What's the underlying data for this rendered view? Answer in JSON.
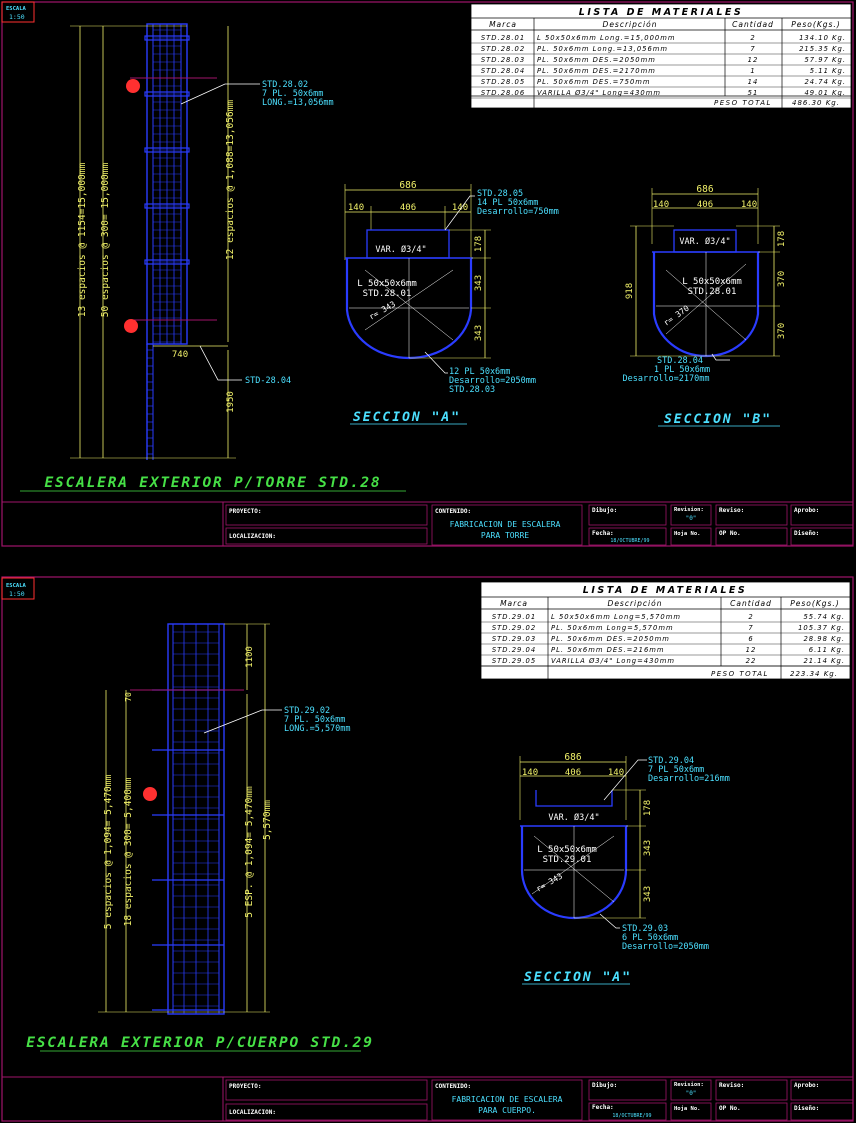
{
  "colors": {
    "background": "#000000",
    "frame": "#a0156a",
    "structure": "#2a3cff",
    "dimension": "#f2f26a",
    "label": "#4ce0ff",
    "title": "#46e046",
    "table_bg": "#ffffff",
    "table_text": "#000000",
    "balloon": "#ff3030"
  },
  "sheets": [
    {
      "scale_label": "ESCALA",
      "scale_value": "1:50",
      "title": "ESCALERA EXTERIOR P/TORRE STD.28",
      "materials": {
        "title": "LISTA DE MATERIALES",
        "headers": [
          "Marca",
          "Descripción",
          "Cantidad",
          "Peso(Kgs.)"
        ],
        "rows": [
          [
            "STD.28.01",
            "L 50x50x6mm Long.=15,000mm",
            "2",
            "134.10 Kg."
          ],
          [
            "STD.28.02",
            "PL. 50x6mm Long.=13,056mm",
            "7",
            "215.35 Kg."
          ],
          [
            "STD.28.03",
            "PL. 50x6mm DES.=2050mm",
            "12",
            "57.97 Kg."
          ],
          [
            "STD.28.04",
            "PL. 50x6mm DES.=2170mm",
            "1",
            "5.11 Kg."
          ],
          [
            "STD.28.05",
            "PL. 50x6mm DES.=750mm",
            "14",
            "24.74 Kg."
          ],
          [
            "STD.28.06",
            "VARILLA Ø3/4\" Long=430mm",
            "51",
            "49.01 Kg."
          ]
        ],
        "total_label": "PESO TOTAL",
        "total_value": "486.30 Kg."
      },
      "elevation": {
        "dim_total": "13 espacios @ 1154=15,000mm",
        "dim_rungs": "50 espacios @ 300= 15,000mm",
        "dim_cage": "12 espacios @ 1,088=13,056mm",
        "dim_offset": "740",
        "dim_bottom": "1950",
        "callout_top": [
          "STD.28.02",
          "7 PL. 50x6mm",
          "LONG.=13,056mm"
        ],
        "callout_bottom": "STD-28.04"
      },
      "sections": [
        {
          "label": "SECCION \"A\"",
          "dim_top": "686",
          "dims_sub": [
            "140",
            "406",
            "140"
          ],
          "dim_right_1": "178",
          "dim_right_2": "343",
          "dim_right_3": "343",
          "inner_label": [
            "L 50x50x6mm",
            "STD.28.01"
          ],
          "var_label": "VAR. Ø3/4\"",
          "radius": "r= 343",
          "callout_top": [
            "STD.28.05",
            "14 PL 50x6mm",
            "Desarrollo=750mm"
          ],
          "callout_bottom": [
            "12 PL 50x6mm",
            "Desarrollo=2050mm",
            "STD.28.03"
          ]
        },
        {
          "label": "SECCION \"B\"",
          "dim_top": "686",
          "dims_sub": [
            "140",
            "406",
            "140"
          ],
          "dim_right_1": "178",
          "dim_right_2": "370",
          "dim_right_3": "370",
          "dim_left": "918",
          "inner_label": [
            "L 50x50x6mm",
            "STD.28.01"
          ],
          "var_label": "VAR. Ø3/4\"",
          "radius": "r= 370",
          "callout_bottom": [
            "STD.28.04",
            "1 PL 50x6mm",
            "Desarrollo=2170mm"
          ]
        }
      ],
      "titleblock": {
        "proyecto": "PROYECTO:",
        "localizacion": "LOCALIZACION:",
        "contenido": "CONTENIDO:",
        "contenido_value": [
          "FABRICACION DE ESCALERA",
          "PARA TORRE"
        ],
        "dibujo": "Dibujo:",
        "fecha": "Fecha:",
        "fecha_value": "18/OCTUBRE/99",
        "revision": "Revision:",
        "revision_value": "\"0\"",
        "hoja": "Hoja No.",
        "reviso": "Reviso:",
        "op": "OP No.",
        "aprobo": "Aprobo:",
        "diseno": "Diseño:"
      }
    },
    {
      "scale_label": "ESCALA",
      "scale_value": "1:50",
      "title": "ESCALERA EXTERIOR P/CUERPO STD.29",
      "materials": {
        "title": "LISTA DE MATERIALES",
        "headers": [
          "Marca",
          "Descripción",
          "Cantidad",
          "Peso(Kgs.)"
        ],
        "rows": [
          [
            "STD.29.01",
            "L 50x50x6mm Long=5,570mm",
            "2",
            "55.74 Kg."
          ],
          [
            "STD.29.02",
            "PL. 50x6mm Long=5,570mm",
            "7",
            "105.37 Kg."
          ],
          [
            "STD.29.03",
            "PL. 50x6mm DES.=2050mm",
            "6",
            "28.98 Kg."
          ],
          [
            "STD.29.04",
            "PL. 50x6mm DES.=216mm",
            "12",
            "6.11 Kg."
          ],
          [
            "STD.29.05",
            "VARILLA Ø3/4\" Long=430mm",
            "22",
            "21.14 Kg."
          ]
        ],
        "total_label": "PESO TOTAL",
        "total_value": "223.34 Kg."
      },
      "elevation": {
        "dim_total": "5 espacios @ 1,094= 5,470mm",
        "dim_rungs": "18 espacios @ 300= 5,400mm",
        "dim_cage": "5 ESP. @ 1,094= 5,470mm",
        "dim_overall": "5,570mm",
        "dim_top": "1100",
        "dim_small": "70",
        "callout_top": [
          "STD.29.02",
          "7 PL. 50x6mm",
          "LONG.=5,570mm"
        ]
      },
      "sections": [
        {
          "label": "SECCION \"A\"",
          "dim_top": "686",
          "dims_sub": [
            "140",
            "406",
            "140"
          ],
          "dim_right_1": "178",
          "dim_right_2": "343",
          "dim_right_3": "343",
          "inner_label": [
            "L 50x50x6mm",
            "STD.29.01"
          ],
          "var_label": "VAR. Ø3/4\"",
          "radius": "r= 343",
          "callout_top": [
            "STD.29.04",
            "7 PL 50x6mm",
            "Desarrollo=216mm"
          ],
          "callout_bottom": [
            "STD.29.03",
            "6 PL 50x6mm",
            "Desarrollo=2050mm"
          ]
        }
      ],
      "titleblock": {
        "proyecto": "PROYECTO:",
        "localizacion": "LOCALIZACION:",
        "contenido": "CONTENIDO:",
        "contenido_value": [
          "FABRICACION DE ESCALERA",
          "PARA CUERPO."
        ],
        "dibujo": "Dibujo:",
        "fecha": "Fecha:",
        "fecha_value": "18/OCTUBRE/99",
        "revision": "Revision:",
        "revision_value": "\"0\"",
        "hoja": "Hoja No.",
        "reviso": "Reviso:",
        "op": "OP No.",
        "aprobo": "Aprobo:",
        "diseno": "Diseño:"
      }
    }
  ]
}
